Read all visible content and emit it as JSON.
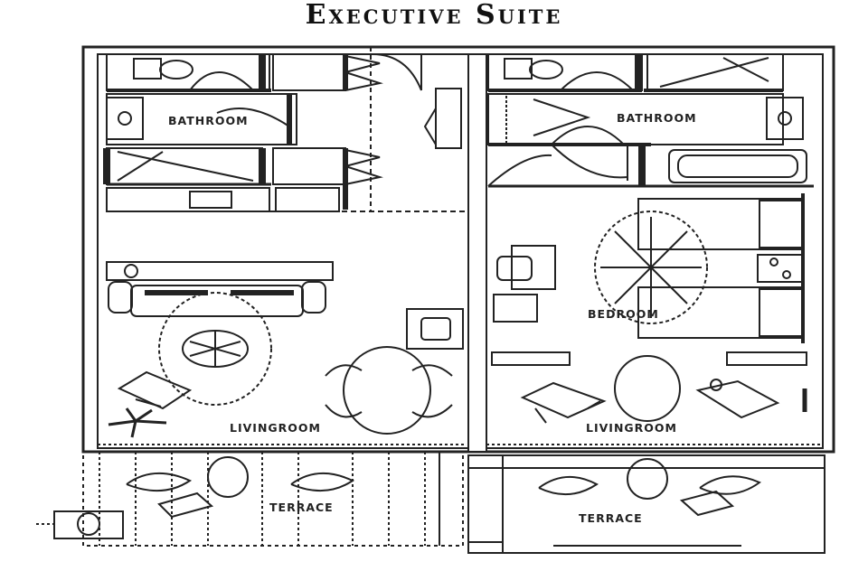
{
  "title": "Executive Suite",
  "rooms": {
    "bathroom_left": "BATHROOM",
    "bathroom_right": "BATHROOM",
    "bedroom": "BEDROOM",
    "livingroom_left": "LIVINGROOM",
    "livingroom_right": "LIVINGROOM",
    "terrace_left": "TERRACE",
    "terrace_right": "TERRACE"
  }
}
